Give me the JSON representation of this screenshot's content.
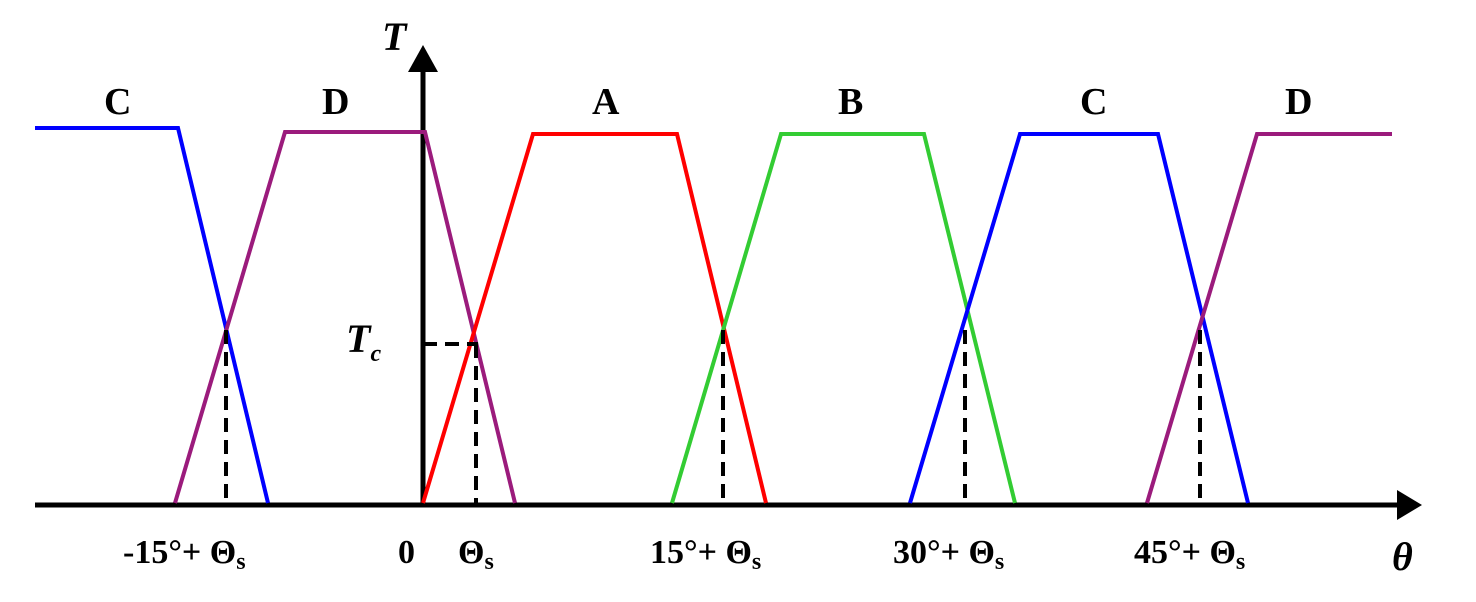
{
  "axes": {
    "y_label": "T",
    "x_label": "θ",
    "threshold_label_main": "T",
    "threshold_label_sub": "c"
  },
  "x_ticks": {
    "neg15": {
      "main": "-15°+ Θ",
      "sub": "s"
    },
    "zero": "0",
    "theta_s": {
      "main": "Θ",
      "sub": "s"
    },
    "p15": {
      "main": "15°+ Θ",
      "sub": "s"
    },
    "p30": {
      "main": "30°+ Θ",
      "sub": "s"
    },
    "p45": {
      "main": "45°+ Θ",
      "sub": "s"
    }
  },
  "phases": [
    {
      "name": "C",
      "color": "#0000ff"
    },
    {
      "name": "D",
      "color": "#9b1b7c"
    },
    {
      "name": "A",
      "color": "#ff0000"
    },
    {
      "name": "B",
      "color": "#33cc33"
    },
    {
      "name": "C",
      "color": "#0000ff"
    },
    {
      "name": "D",
      "color": "#9b1b7c"
    }
  ],
  "colors": {
    "axis": "#000000",
    "phase_A": "#ff0000",
    "phase_B": "#33cc33",
    "phase_C": "#0000ff",
    "phase_D": "#9b1b7c"
  }
}
